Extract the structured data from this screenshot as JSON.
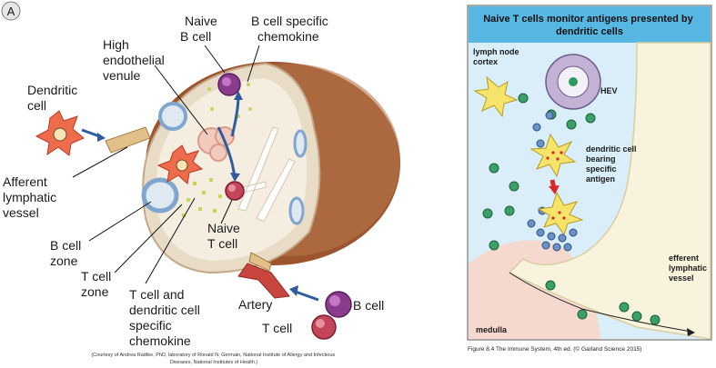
{
  "panel_a": {
    "letter": "A",
    "labels": {
      "naive_b": [
        "Naive",
        "B cell"
      ],
      "b_chemokine": [
        "B cell specific",
        "chemokine"
      ],
      "hev": [
        "High",
        "endothelial",
        "venule"
      ],
      "dendritic": [
        "Dendritic",
        "cell"
      ],
      "afferent": [
        "Afferent",
        "lymphatic",
        "vessel"
      ],
      "b_zone": [
        "B cell",
        "zone"
      ],
      "t_zone": [
        "T cell",
        "zone"
      ],
      "tdc_chemokine": [
        "T cell and",
        "dendritic cell",
        "specific",
        "chemokine"
      ],
      "naive_t": [
        "Naive",
        "T cell"
      ],
      "artery": "Artery",
      "b_cell": "B cell",
      "t_cell": "T cell"
    },
    "credit": [
      "(Courtesy of Andrea Radtke, PhD, laboratory of Ronald N. Germain, National Institute of Allergy and Infectious",
      "Diseases, National Institutes of Health.)"
    ]
  },
  "panel_b": {
    "title": [
      "Naive T cells monitor antigens presented by",
      "dendritic cells"
    ],
    "labels": {
      "cortex": [
        "lymph node",
        "cortex"
      ],
      "hev": "HEV",
      "dc": [
        "dendritic cell",
        "bearing",
        "specific",
        "antigen"
      ],
      "efferent": [
        "efferent",
        "lymphatic",
        "vessel"
      ],
      "medulla": "medulla"
    },
    "caption": "Figure 8.4  The Immune System, 4th ed. (© Garland Science 2015)"
  },
  "colors": {
    "capsule": "#a0562e",
    "node_interior": "#f2eadb",
    "b_zone_ring": "#8fb3d9",
    "dendritic": "#e8553d",
    "b_cell": "#8a3b8c",
    "t_cell": "#c2455a",
    "panel_b_title_bg": "#57b7e3",
    "panel_b_cortex": "#d6ecf7",
    "panel_b_medulla": "#f6d9ce"
  }
}
